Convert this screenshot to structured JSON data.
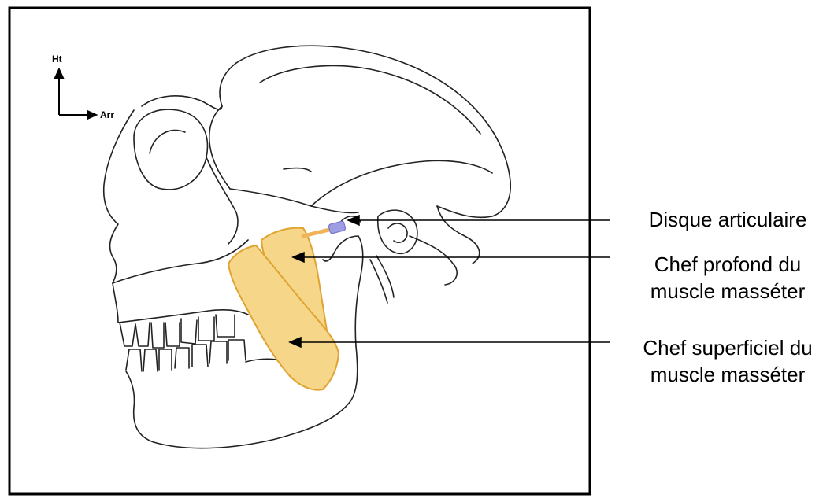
{
  "orientation": {
    "up_label": "Ht",
    "back_label": "Arr"
  },
  "labels": {
    "disc": "Disque articulaire",
    "deep_line1": "Chef profond du",
    "deep_line2": "muscle masséter",
    "superficial_line1": "Chef superficiel du",
    "superficial_line2": "muscle masséter"
  },
  "colors": {
    "muscle_fill": "#f6d78a",
    "muscle_edge": "#e0a331",
    "disc_fill": "#9f9de3",
    "tendon": "#f0b25a",
    "outline": "#222222"
  }
}
